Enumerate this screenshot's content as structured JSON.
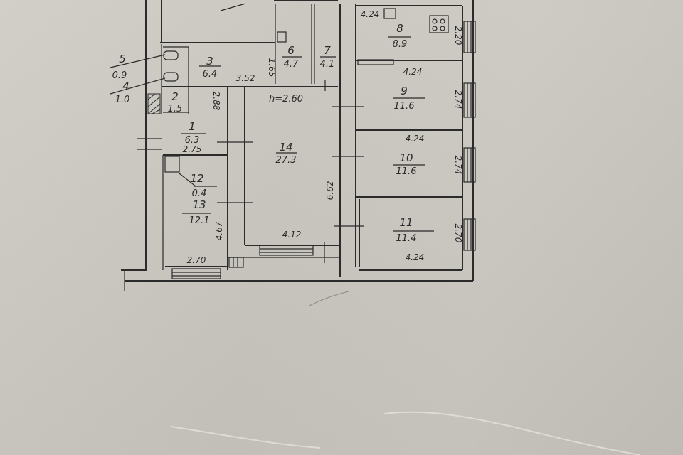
{
  "plan": {
    "ceiling_height": "h=2.60",
    "colors": {
      "paper": "#c9c6bf",
      "ink": "#2b2b2b"
    },
    "rooms": [
      {
        "id": "1",
        "number": "1",
        "area": "6.3"
      },
      {
        "id": "2",
        "number": "2",
        "area": "1.5"
      },
      {
        "id": "3",
        "number": "3",
        "area": "6.4"
      },
      {
        "id": "4",
        "number": "4",
        "area": "1.0"
      },
      {
        "id": "5",
        "number": "5",
        "area": "0.9"
      },
      {
        "id": "6",
        "number": "6",
        "area": "4.7"
      },
      {
        "id": "7",
        "number": "7",
        "area": "4.1"
      },
      {
        "id": "8",
        "number": "8",
        "area": "8.9"
      },
      {
        "id": "9",
        "number": "9",
        "area": "11.6"
      },
      {
        "id": "10",
        "number": "10",
        "area": "11.6"
      },
      {
        "id": "11",
        "number": "11",
        "area": "11.4"
      },
      {
        "id": "12",
        "number": "12",
        "area": "0.4"
      },
      {
        "id": "13",
        "number": "13",
        "area": "12.1"
      },
      {
        "id": "14",
        "number": "14",
        "area": "27.3"
      }
    ],
    "dimensions": {
      "room1_width": "2.75",
      "room3_height": "2.88",
      "room3_width": "3.52",
      "room6_height": "1.65",
      "room8_width": "4.24",
      "room8_height": "2.20",
      "room9_width": "4.24",
      "room9_height": "2.74",
      "room10_width": "4.24",
      "room10_height": "2.74",
      "room11_width": "4.24",
      "room11_height": "2.70",
      "room13_width": "2.70",
      "room13_height": "4.67",
      "room14_width": "4.12",
      "room14_height": "6.62"
    }
  }
}
